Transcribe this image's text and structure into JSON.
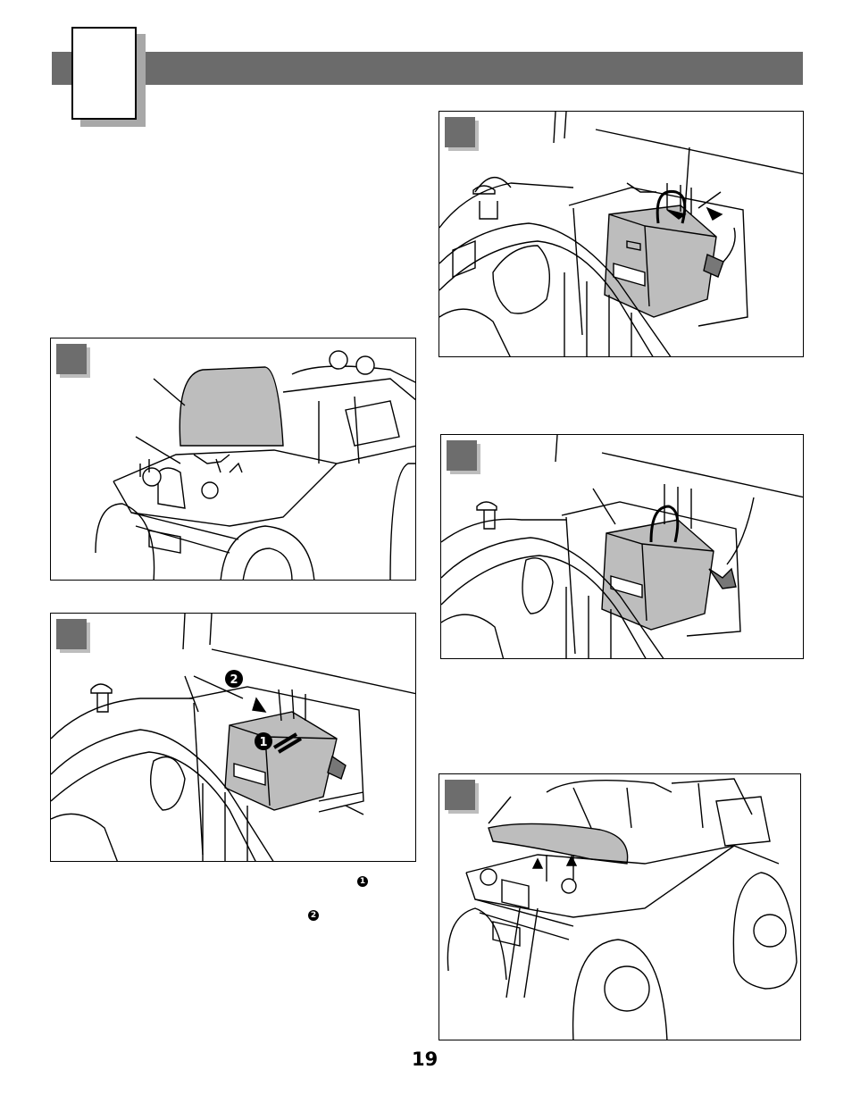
{
  "page": {
    "number": "19"
  },
  "callouts": {
    "step_one": "1",
    "step_two": "2"
  },
  "icons": [
    "jeep-front-view",
    "battery-compartment",
    "battery-power-label",
    "wire-connector",
    "hood-closing"
  ]
}
